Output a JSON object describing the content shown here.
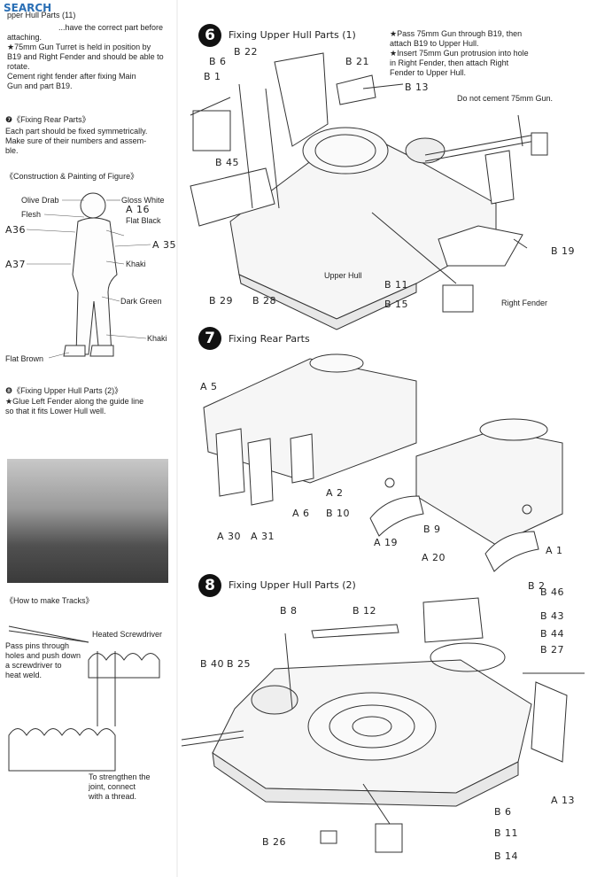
{
  "watermark": "SEARCH",
  "left_col": {
    "intro_lines": [
      "pper Hull Parts (11)",
      "...have the correct part before",
      "attaching.",
      "★75mm Gun Turret is held in position by",
      "B19 and Right Fender and should be able to",
      "rotate.",
      "Cement right fender after fixing Main",
      "Gun and part B19."
    ],
    "fix_rear_title": "❼《Fixing Rear Parts》",
    "fix_rear_lines": [
      "Each part should be fixed symmetrically.",
      "Make sure of their numbers and assem-",
      "ble."
    ],
    "figure_title": "《Construction & Painting of Figure》",
    "figure_labels": {
      "olive_drab": "Olive Drab",
      "gloss_white": "Gloss White",
      "flesh": "Flesh",
      "a16": "A 16",
      "flat_black": "Flat Black",
      "a36": "A36",
      "a35": "A 35",
      "a37": "A37",
      "khaki1": "Khaki",
      "dark_green": "Dark Green",
      "khaki2": "Khaki",
      "flat_brown": "Flat Brown"
    },
    "fix_upper2_title": "❽《Fixing Upper Hull Parts (2)》",
    "fix_upper2_lines": [
      "★Glue Left Fender along the guide line",
      "so that it fits Lower Hull well."
    ],
    "tracks_title": "《How to make Tracks》",
    "tracks_labels": {
      "heated": "Heated Screwdriver",
      "pass_pins": [
        "Pass pins through",
        "holes and push down",
        "a screwdriver to",
        "heat weld."
      ],
      "strengthen": [
        "To strengthen the",
        "joint, connect",
        "with a thread."
      ]
    }
  },
  "step6": {
    "number": "6",
    "title": "Fixing Upper Hull Parts (1)",
    "notes": [
      "★Pass 75mm Gun through B19, then",
      "attach B19 to Upper Hull.",
      "★Insert 75mm Gun protrusion into hole",
      "in Right Fender, then attach Right",
      "Fender to Upper Hull."
    ],
    "no_cement": "Do not cement 75mm Gun.",
    "labels": {
      "b22": "B 22",
      "b6": "B 6",
      "b21": "B 21",
      "b1": "B 1",
      "b13": "B 13",
      "b45": "B 45",
      "b19": "B 19",
      "upper_hull": "Upper Hull",
      "b11": "B 11",
      "b15": "B 15",
      "right_fender": "Right Fender",
      "b29": "B 29",
      "b28": "B 28"
    }
  },
  "step7": {
    "number": "7",
    "title": "Fixing Rear Parts",
    "labels": {
      "a5": "A 5",
      "a2": "A 2",
      "b10": "B 10",
      "a6": "A 6",
      "a30": "A 30",
      "a31": "A 31",
      "a19": "A 19",
      "b9": "B 9",
      "a20": "A 20",
      "a1": "A 1"
    }
  },
  "step8": {
    "number": "8",
    "title": "Fixing Upper Hull Parts (2)",
    "labels": {
      "b2": "B 2",
      "b46": "B 46",
      "b8": "B 8",
      "b12": "B 12",
      "b43": "B 43",
      "b44": "B 44",
      "b40": "B 40",
      "b25": "B 25",
      "b27": "B 27",
      "a13": "A 13",
      "b6": "B 6",
      "b11": "B 11",
      "b26": "B 26",
      "b14": "B 14"
    }
  }
}
